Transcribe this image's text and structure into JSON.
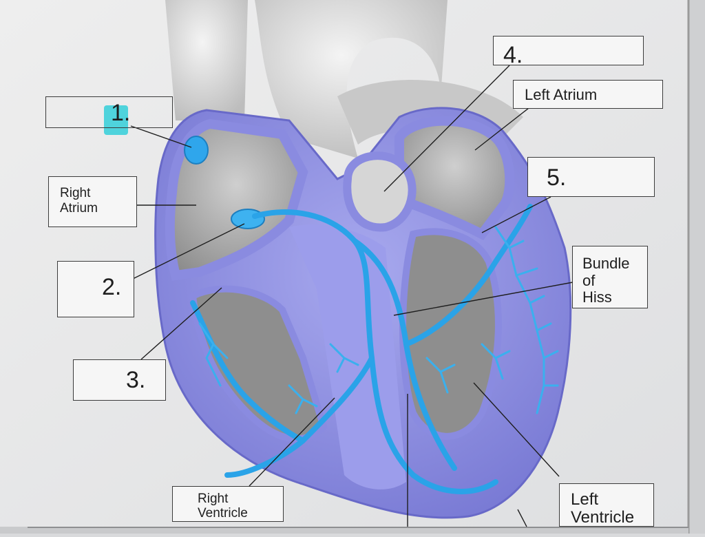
{
  "diagram": {
    "labels": {
      "one": "1.",
      "two": "2.",
      "three": "3.",
      "four": "4.",
      "five": "5.",
      "right_atrium_l1": "Right",
      "right_atrium_l2": "Atrium",
      "left_atrium": "Left Atrium",
      "bundle_l1": "Bundle",
      "bundle_l2": "of",
      "bundle_l3": "Hiss",
      "right_ventricle_l1": "Right",
      "right_ventricle_l2": "Ventricle",
      "left_ventricle_l1": "Left",
      "left_ventricle_l2": "Ventricle"
    },
    "colors": {
      "page": "#ececec",
      "heart_wall": "#8f8fe0",
      "myocardium": "#7d7fd9",
      "conduction": "#29a3e6",
      "chamber_inside": "#a9a9a9",
      "highlight": "#4fd3dc"
    }
  }
}
